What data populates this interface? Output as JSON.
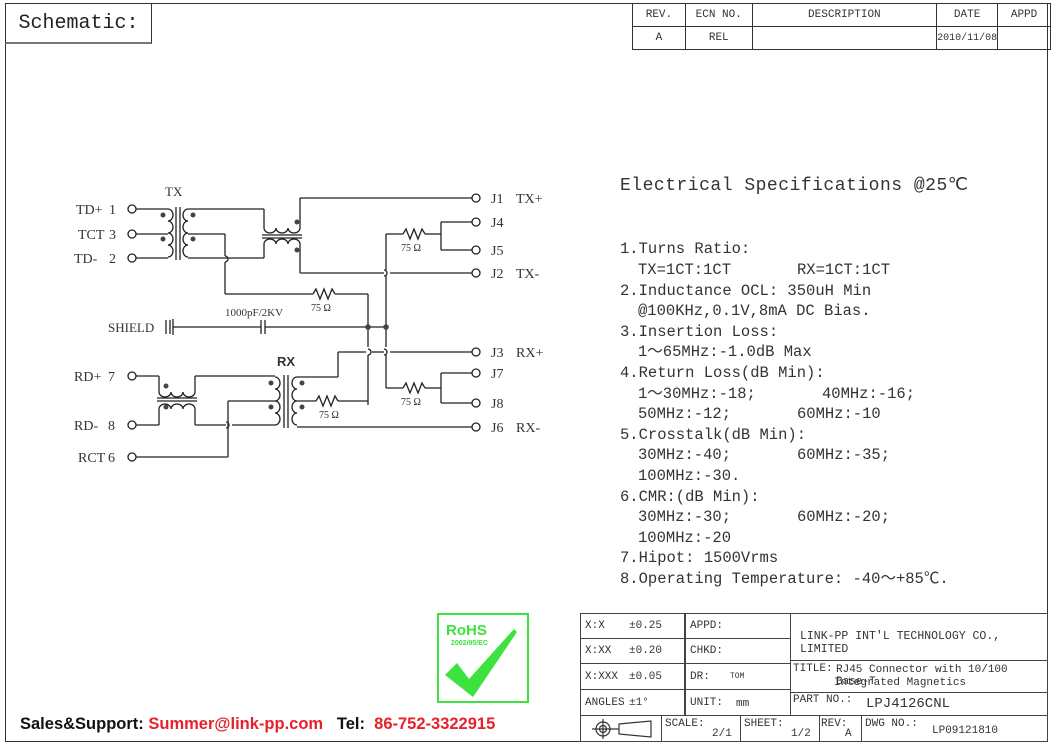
{
  "header": {
    "title": "Schematic:"
  },
  "revision_table": {
    "headers": [
      "REV.",
      "ECN NO.",
      "DESCRIPTION",
      "DATE",
      "APPD"
    ],
    "rows": [
      [
        "A",
        "REL",
        "",
        "2010/11/08",
        ""
      ]
    ]
  },
  "schematic": {
    "tx_label": "TX",
    "rx_label": "RX",
    "left_pins": [
      {
        "name": "TD+",
        "num": "1"
      },
      {
        "name": "TCT",
        "num": "3"
      },
      {
        "name": "TD-",
        "num": "2"
      },
      {
        "name": "RD+",
        "num": "7"
      },
      {
        "name": "RD-",
        "num": "8"
      },
      {
        "name": "RCT",
        "num": "6"
      }
    ],
    "shield_label": "SHIELD",
    "capacitor_label": "1000pF/2KV",
    "resistor_label": "75 Ω",
    "right_pins": [
      {
        "name": "J1",
        "signal": "TX+"
      },
      {
        "name": "J4",
        "signal": ""
      },
      {
        "name": "J5",
        "signal": ""
      },
      {
        "name": "J2",
        "signal": "TX-"
      },
      {
        "name": "J3",
        "signal": "RX+"
      },
      {
        "name": "J7",
        "signal": ""
      },
      {
        "name": "J8",
        "signal": ""
      },
      {
        "name": "J6",
        "signal": "RX-"
      }
    ]
  },
  "specs": {
    "title": "Electrical Specifications @25℃",
    "items": [
      {
        "head": "1.Turns Ratio:",
        "lines": [
          [
            "TX=1CT:1CT",
            "RX=1CT:1CT"
          ]
        ]
      },
      {
        "head": "2.Inductance OCL: 350uH Min",
        "lines": [
          [
            "@100KHz,0.1V,8mA DC Bias.",
            ""
          ]
        ]
      },
      {
        "head": "3.Insertion Loss:",
        "lines": [
          [
            "1～65MHz:-1.0dB Max",
            ""
          ]
        ]
      },
      {
        "head": "4.Return Loss(dB Min):",
        "lines": [
          [
            "1～30MHz:-18;",
            "40MHz:-16;"
          ],
          [
            "50MHz:-12;",
            "60MHz:-10"
          ]
        ]
      },
      {
        "head": "5.Crosstalk(dB Min):",
        "lines": [
          [
            "30MHz:-40;",
            "60MHz:-35;"
          ],
          [
            "100MHz:-30.",
            ""
          ]
        ]
      },
      {
        "head": "6.CMR:(dB Min):",
        "lines": [
          [
            "30MHz:-30;",
            "60MHz:-20;"
          ],
          [
            "100MHz:-20",
            ""
          ]
        ]
      },
      {
        "head": "7.Hipot: 1500Vrms",
        "lines": []
      },
      {
        "head": "8.Operating Temperature: -40～+85℃.",
        "lines": []
      }
    ]
  },
  "rohs": {
    "title": "RoHS",
    "subtitle": "2002/95/EC",
    "color": "#3ee23e"
  },
  "footer": {
    "label": "Sales&Support:",
    "email": "Summer@link-pp.com",
    "tel_label": "Tel:",
    "tel": "86-752-3322915",
    "accent": "#e8202a"
  },
  "title_block": {
    "tolerances": [
      {
        "label": "X:X",
        "value": "±0.25"
      },
      {
        "label": "X:XX",
        "value": "±0.20"
      },
      {
        "label": "X:XXX",
        "value": "±0.05"
      },
      {
        "label": "ANGLES",
        "value": "±1°"
      }
    ],
    "appd_label": "APPD:",
    "chkd_label": "CHKD:",
    "dr_label": "DR:",
    "dr_value": "TOM",
    "unit_label": "UNIT:",
    "unit_value": "mm",
    "company": "LINK-PP INT'L TECHNOLOGY CO., LIMITED",
    "title_label": "TITLE:",
    "title_line1": "RJ45 Connector with 10/100 Base-T",
    "title_line2": "Integrated Magnetics",
    "part_label": "PART NO.:",
    "part_value": "LPJ4126CNL",
    "scale_label": "SCALE:",
    "scale_value": "2/1",
    "sheet_label": "SHEET:",
    "sheet_value": "1/2",
    "rev_label": "REV:",
    "rev_value": "A",
    "dwg_label": "DWG NO.:",
    "dwg_value": "LP09121810"
  }
}
